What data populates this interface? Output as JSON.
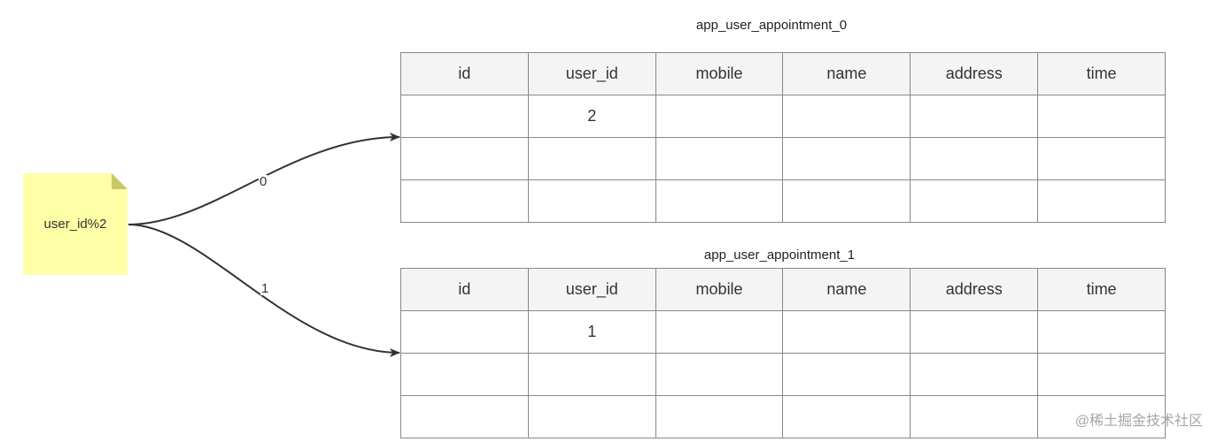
{
  "note": {
    "label": "user_id%2"
  },
  "edges": [
    {
      "label": "0",
      "target": "app_user_appointment_0"
    },
    {
      "label": "1",
      "target": "app_user_appointment_1"
    }
  ],
  "tables": [
    {
      "name": "app_user_appointment_0",
      "columns": [
        "id",
        "user_id",
        "mobile",
        "name",
        "address",
        "time"
      ],
      "rows": [
        [
          "",
          "2",
          "",
          "",
          "",
          ""
        ],
        [
          "",
          "",
          "",
          "",
          "",
          ""
        ],
        [
          "",
          "",
          "",
          "",
          "",
          ""
        ]
      ]
    },
    {
      "name": "app_user_appointment_1",
      "columns": [
        "id",
        "user_id",
        "mobile",
        "name",
        "address",
        "time"
      ],
      "rows": [
        [
          "",
          "1",
          "",
          "",
          "",
          ""
        ],
        [
          "",
          "",
          "",
          "",
          "",
          ""
        ],
        [
          "",
          "",
          "",
          "",
          "",
          ""
        ]
      ]
    }
  ],
  "watermark": "@稀土掘金技术社区"
}
